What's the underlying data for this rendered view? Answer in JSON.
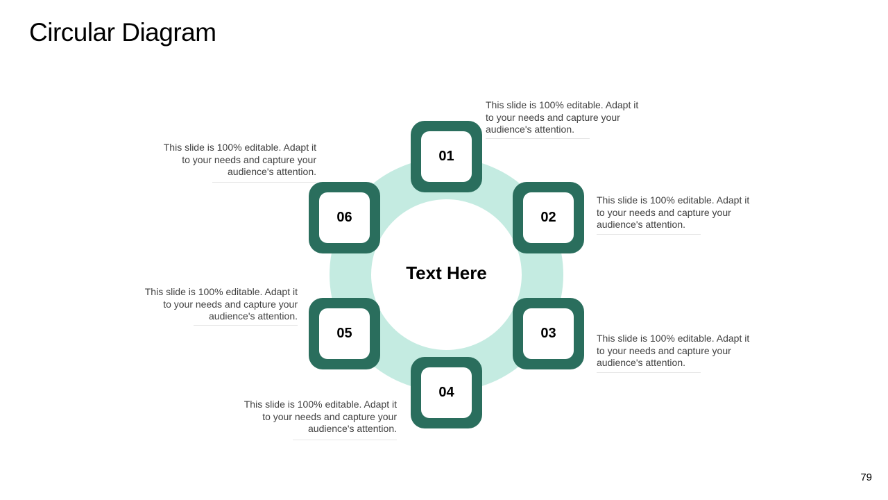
{
  "slide": {
    "title": "Circular Diagram",
    "center_label": "Text Here",
    "page_number": "79"
  },
  "colors": {
    "ring": "#c4ebe1",
    "node": "#2a6e5d",
    "text": "#404040"
  },
  "steps": [
    {
      "number": "01",
      "text": "This slide is 100% editable. Adapt it to your needs and capture your audience's attention."
    },
    {
      "number": "02",
      "text": "This slide is 100% editable. Adapt it to your needs and capture your audience's attention."
    },
    {
      "number": "03",
      "text": "This slide is 100% editable. Adapt it to your needs and capture your audience's attention."
    },
    {
      "number": "04",
      "text": "This slide is 100% editable. Adapt it to your needs and capture your audience's attention."
    },
    {
      "number": "05",
      "text": "This slide is 100% editable. Adapt it to your needs and capture your audience's attention."
    },
    {
      "number": "06",
      "text": "This slide is 100% editable. Adapt it to your needs and capture your audience's attention."
    }
  ]
}
